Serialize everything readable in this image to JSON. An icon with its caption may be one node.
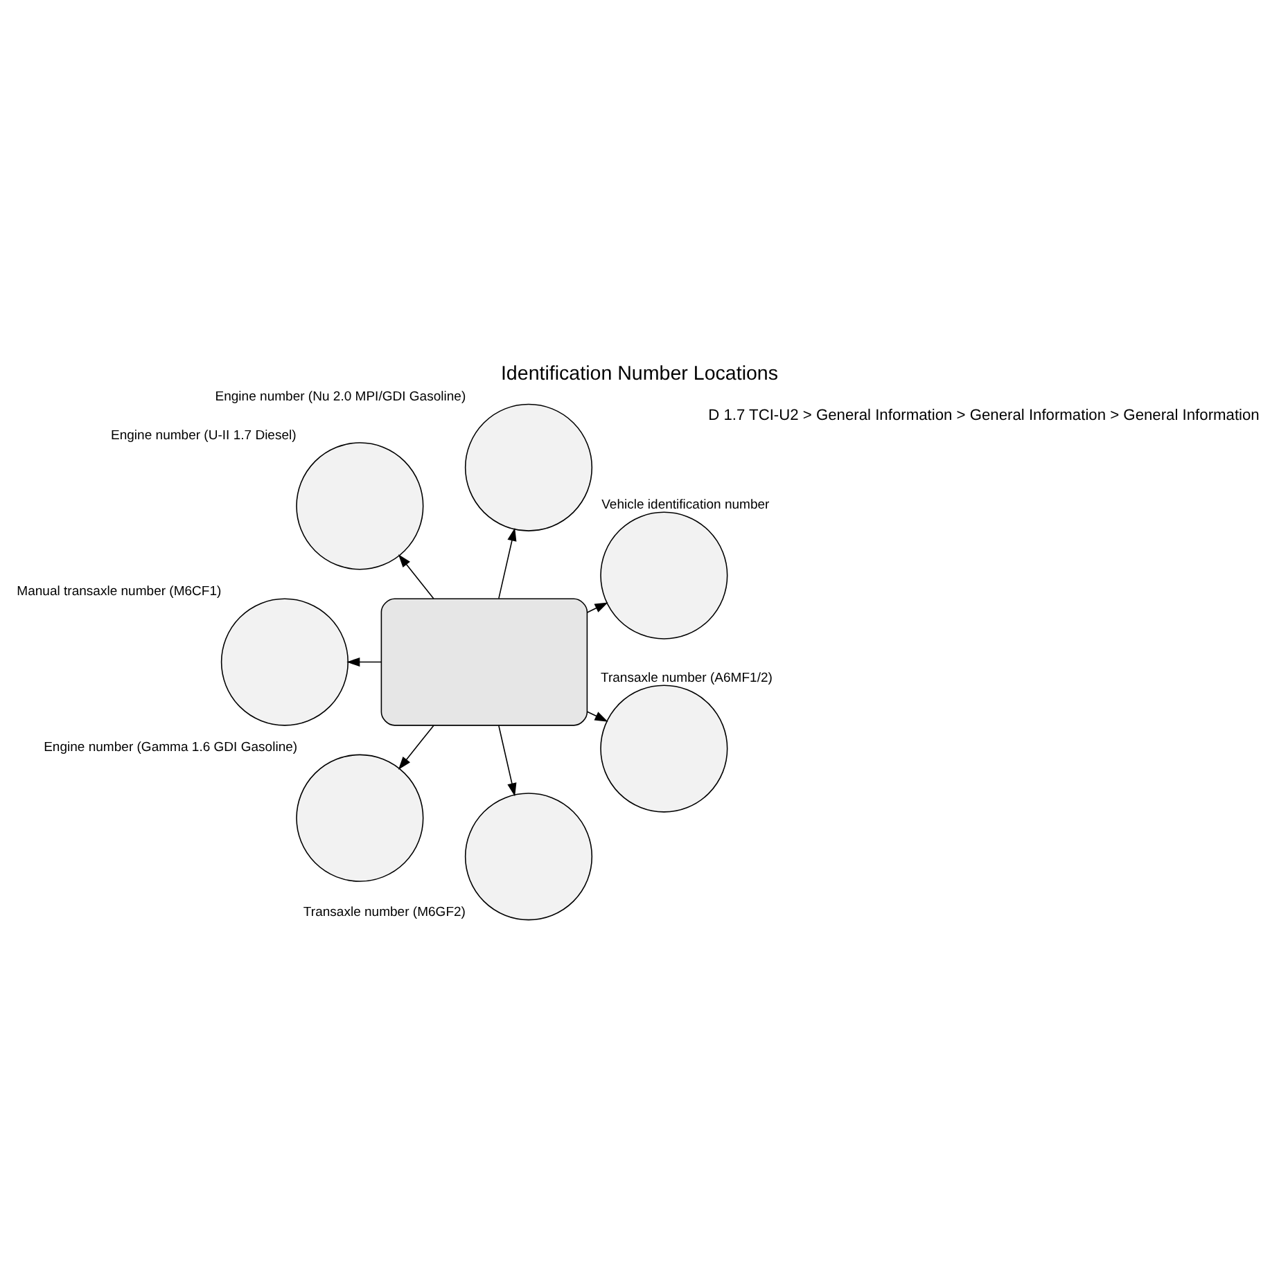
{
  "diagram": {
    "title": "Identification Number Locations",
    "nodes": [
      {
        "text": [],
        "shape": "circle",
        "beside": [
          "Vehicle identification number"
        ]
      },
      {
        "text": [],
        "shape": "circle",
        "beside": [
          "Engine number (Nu 2.0 MPI/GDI Gasoline)"
        ]
      },
      {
        "text": [],
        "shape": "circle",
        "beside": [
          "Engine number (U-II 1.7 Diesel)"
        ]
      },
      {
        "text": [],
        "shape": "box"
      },
      {
        "text": [],
        "shape": "circle",
        "beside": [
          "Manual transaxle number (M6CF1)"
        ]
      },
      {
        "text": [],
        "shape": "circle",
        "beside": [
          "Engine number (Gamma 1.6 GDI Gasoline)"
        ]
      },
      {
        "text": [],
        "shape": "circle",
        "beside": [
          "Transaxle number (M6GF2)"
        ]
      },
      {
        "text": [],
        "shape": "circle",
        "beside": [
          "Transaxle number (A6MF1/2)"
        ]
      }
    ],
    "edges": [
      {
        "from": 3,
        "to": 1,
        "arrow": "to"
      },
      {
        "from": 3,
        "to": 0,
        "arrow": "to"
      },
      {
        "from": 3,
        "to": 2,
        "arrow": "to"
      },
      {
        "from": 3,
        "to": 5,
        "arrow": "to"
      },
      {
        "from": 3,
        "to": 7,
        "arrow": "to"
      },
      {
        "from": 3,
        "to": 6,
        "arrow": "to"
      },
      {
        "from": 3,
        "to": 4,
        "arrow": "to"
      }
    ],
    "labels": [
      "D 1.7 TCI-U2 > General Information > General Information > General Information"
    ]
  }
}
